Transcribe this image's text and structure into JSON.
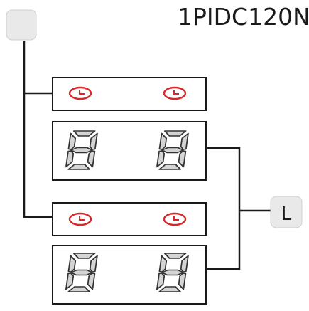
{
  "model": "1PIDC120N",
  "link_button_label": "L",
  "top_button": {
    "label": ""
  },
  "zones": [
    {
      "timer_icons": [
        "timer-icon",
        "timer-icon"
      ],
      "digits": [
        "8",
        "8"
      ]
    },
    {
      "timer_icons": [
        "timer-icon",
        "timer-icon"
      ],
      "digits": [
        "8",
        "8"
      ]
    }
  ],
  "colors": {
    "line": "#1a1a1a",
    "timer_red": "#d9262b",
    "digit_outline": "#333333",
    "digit_fill": "#d4d4d4",
    "button_fill": "#e9e9e9"
  }
}
